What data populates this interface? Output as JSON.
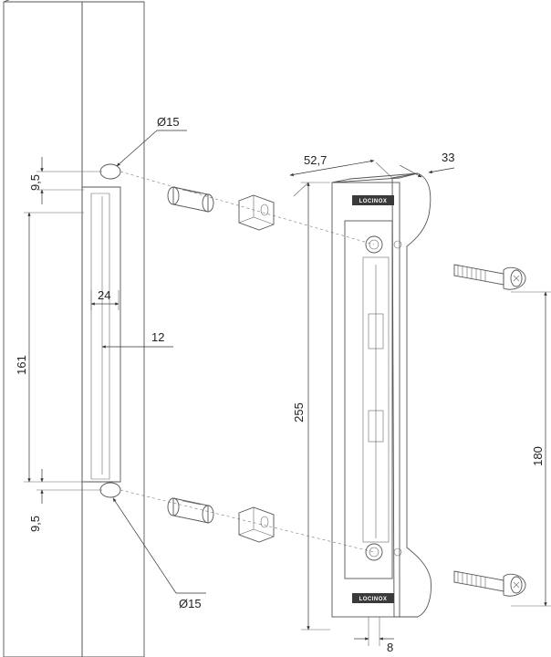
{
  "dimensions": {
    "post_hole_upper": "Ø15",
    "post_hole_lower": "Ø15",
    "offset_top": "9,5",
    "offset_bottom": "9,5",
    "cutout_height": "161",
    "cutout_width": "24",
    "cutout_offset": "12",
    "keep_width": "52,7",
    "keep_depth": "33",
    "keep_height": "255",
    "screw_spacing": "180",
    "keep_thickness": "8"
  },
  "brand": {
    "logo_text": "LOCINOX"
  },
  "colors": {
    "line": "#555555",
    "shade": "#dcdcdc",
    "dark": "#3a3a3a"
  }
}
